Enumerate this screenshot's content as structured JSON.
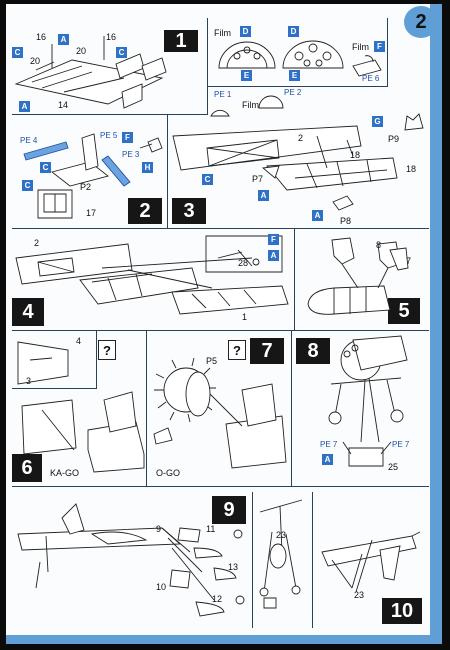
{
  "page_number": "2",
  "colors": {
    "accent": "#5f9fd6",
    "tag_fill": "#2f71c6",
    "step_box": "#161616"
  },
  "steps": [
    {
      "id": "1",
      "number": "1"
    },
    {
      "id": "2",
      "number": "2"
    },
    {
      "id": "3",
      "number": "3"
    },
    {
      "id": "4",
      "number": "4"
    },
    {
      "id": "5",
      "number": "5"
    },
    {
      "id": "6",
      "number": "6"
    },
    {
      "id": "7",
      "number": "7"
    },
    {
      "id": "8",
      "number": "8"
    },
    {
      "id": "9",
      "number": "9"
    },
    {
      "id": "10",
      "number": "10"
    }
  ],
  "step1": {
    "parts": [
      "16",
      "20",
      "16",
      "20",
      "14"
    ],
    "tags": [
      "C",
      "A",
      "C",
      "A"
    ],
    "film": "Film",
    "tags_top": [
      "D",
      "D",
      "F"
    ],
    "tags_bottom": [
      "E",
      "E"
    ],
    "pe": "PE 6"
  },
  "step2": {
    "parts": [
      "PE 4",
      "PE 5",
      "PE 3",
      "P2",
      "17"
    ],
    "tags": [
      "F",
      "C",
      "H",
      "C"
    ]
  },
  "step3": {
    "pe": [
      "PE 1",
      "PE 2"
    ],
    "film": "Film",
    "parts": [
      "2",
      "P9",
      "18",
      "P7",
      "18",
      "P8"
    ],
    "tags": [
      "G",
      "C",
      "A",
      "A"
    ]
  },
  "step4": {
    "parts": [
      "2",
      "28",
      "1"
    ],
    "tags": [
      "F",
      "A"
    ]
  },
  "step5": {
    "parts": [
      "8",
      "7"
    ]
  },
  "step6": {
    "parts": [
      "4",
      "3"
    ],
    "caption": "KA-GO",
    "question": "?"
  },
  "step7": {
    "parts": [
      "P5"
    ],
    "caption": "O-GO",
    "question": "?"
  },
  "step8": {
    "parts": [
      "PE 7",
      "PE 7",
      "25"
    ],
    "tags": [
      "A"
    ]
  },
  "step9": {
    "parts": [
      "9",
      "11",
      "13",
      "10",
      "12"
    ]
  },
  "step10": {
    "parts": [
      "23",
      "23"
    ]
  }
}
